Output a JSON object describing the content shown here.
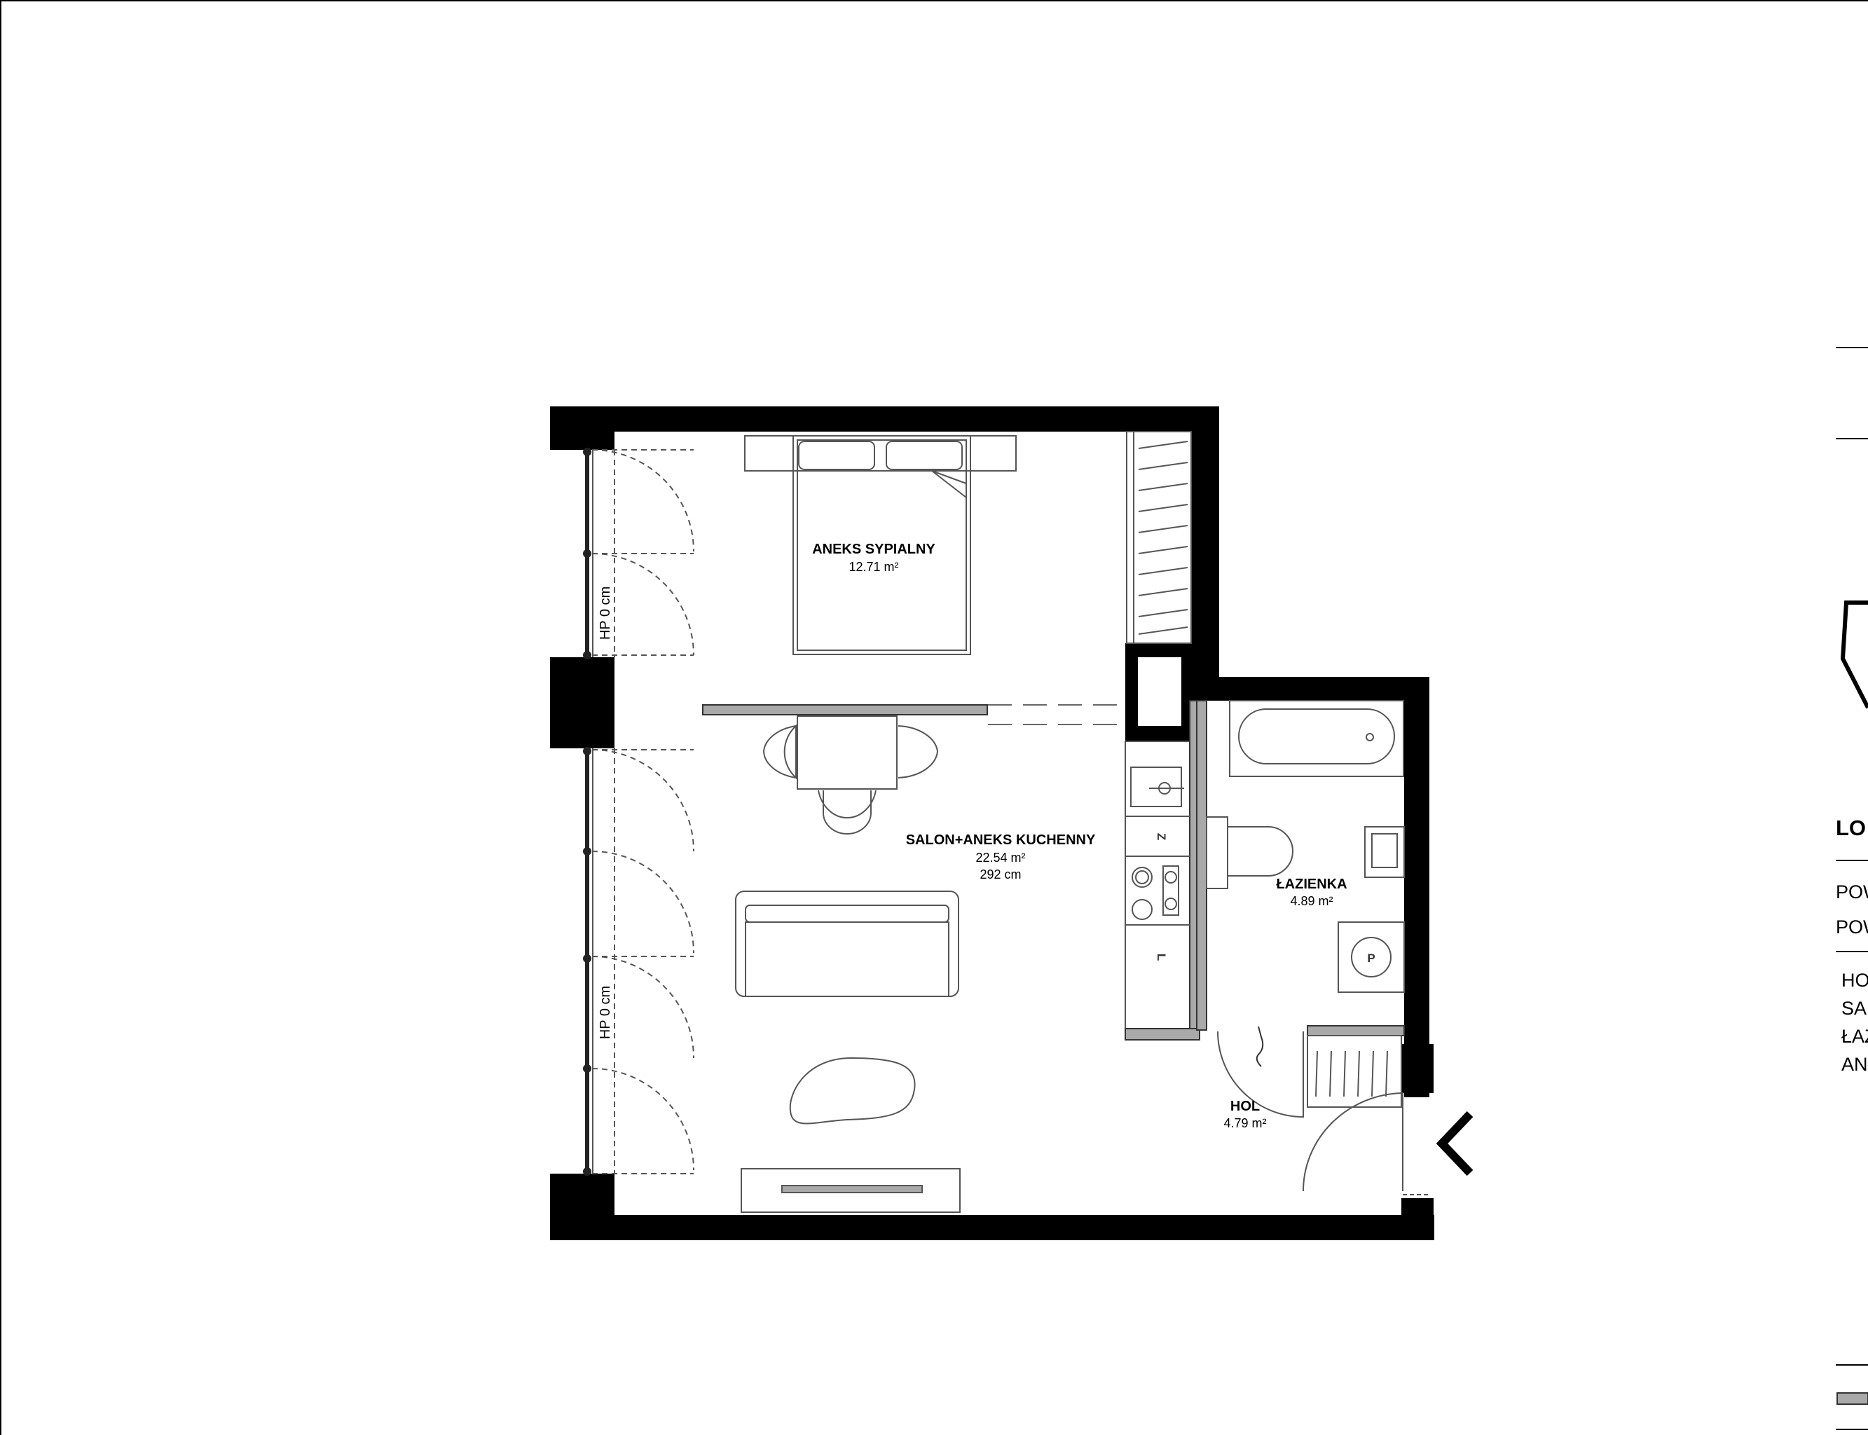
{
  "rooms": {
    "bedroom": {
      "name": "ANEKS SYPIALNY",
      "area": "12.71 m²"
    },
    "living": {
      "name": "SALON+ANEKS KUCHENNY",
      "area": "22.54 m²",
      "height": "292 cm"
    },
    "bathroom": {
      "name": "ŁAZIENKA",
      "area": "4.89 m²"
    },
    "hall": {
      "name": "HOL",
      "area": "4.79 m²"
    }
  },
  "windows": {
    "upper_label": "HP 0 cm",
    "lower_label": "HP 0 cm"
  },
  "kitchen": {
    "fridge_letter": "Z",
    "freezer_letter": "L"
  },
  "laundry": {
    "washer_letter": "P"
  },
  "legend": {
    "title": "LO",
    "area_rows": [
      "POW",
      "POW"
    ],
    "room_rows": [
      "HO",
      "SAL",
      "ŁAZ",
      "ANE"
    ]
  },
  "colors": {
    "wall": "#000000",
    "furniture_stroke": "#555555",
    "partition_fill": "#a9a9a9",
    "background": "#ffffff"
  }
}
